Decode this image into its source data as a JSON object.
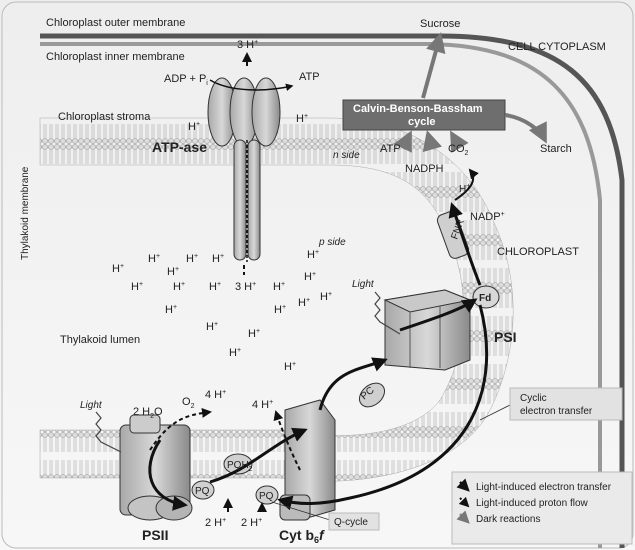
{
  "labels": {
    "outer_membrane": "Chloroplast outer membrane",
    "inner_membrane": "Chloroplast inner membrane",
    "cytoplasm": "CELL CYTOPLASM",
    "stroma": "Chloroplast stroma",
    "thylakoid_membrane": "Thylakoid membrane",
    "thylakoid_lumen": "Thylakoid lumen",
    "chloroplast": "CHLOROPLAST",
    "n_side": "n side",
    "p_side": "p side",
    "sucrose": "Sucrose",
    "starch": "Starch",
    "calvin_line1": "Calvin-Benson-Bassham",
    "calvin_line2": "cycle",
    "atp": "ATP",
    "co2": "CO",
    "co2_sub": "2",
    "nadph": "NADPH",
    "nadp": "NADP",
    "nadp_sup": "+",
    "adp_pi": "ADP + P",
    "adp_pi_sub": "i",
    "atp_out": "ATP",
    "three_h": "3 H",
    "atp_ase": "ATP-ase",
    "fnr": "FNR",
    "fd": "Fd",
    "psi": "PSI",
    "psii": "PSII",
    "pc": "PC",
    "pq": "PQ",
    "pqh2": "PQH",
    "pqh2_sub": "2",
    "cyt": "Cyt b",
    "cyt_sub": "6",
    "cyt_f": "f",
    "light": "Light",
    "two_h2o": "2 H",
    "two_h2o_sub": "2",
    "two_h2o_end": "O",
    "o2": "O",
    "o2_sub": "2",
    "four_h": "4 H",
    "two_h": "2 H",
    "h": "H",
    "h_sup": "+",
    "cyclic_line1": "Cyclic",
    "cyclic_line2": "electron transfer",
    "q_cycle": "Q-cycle"
  },
  "legend": [
    {
      "label": "Light-induced electron transfer"
    },
    {
      "label": "Light-induced proton flow"
    },
    {
      "label": "Dark reactions"
    }
  ]
}
